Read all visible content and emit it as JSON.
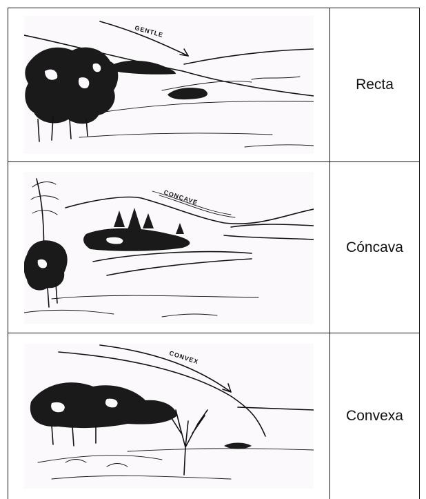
{
  "rows": [
    {
      "sketch_label": "GENTLE",
      "label": "Recta"
    },
    {
      "sketch_label": "CONCAVE",
      "label": "Cóncava"
    },
    {
      "sketch_label": "CONVEX",
      "label": "Convexa"
    }
  ]
}
